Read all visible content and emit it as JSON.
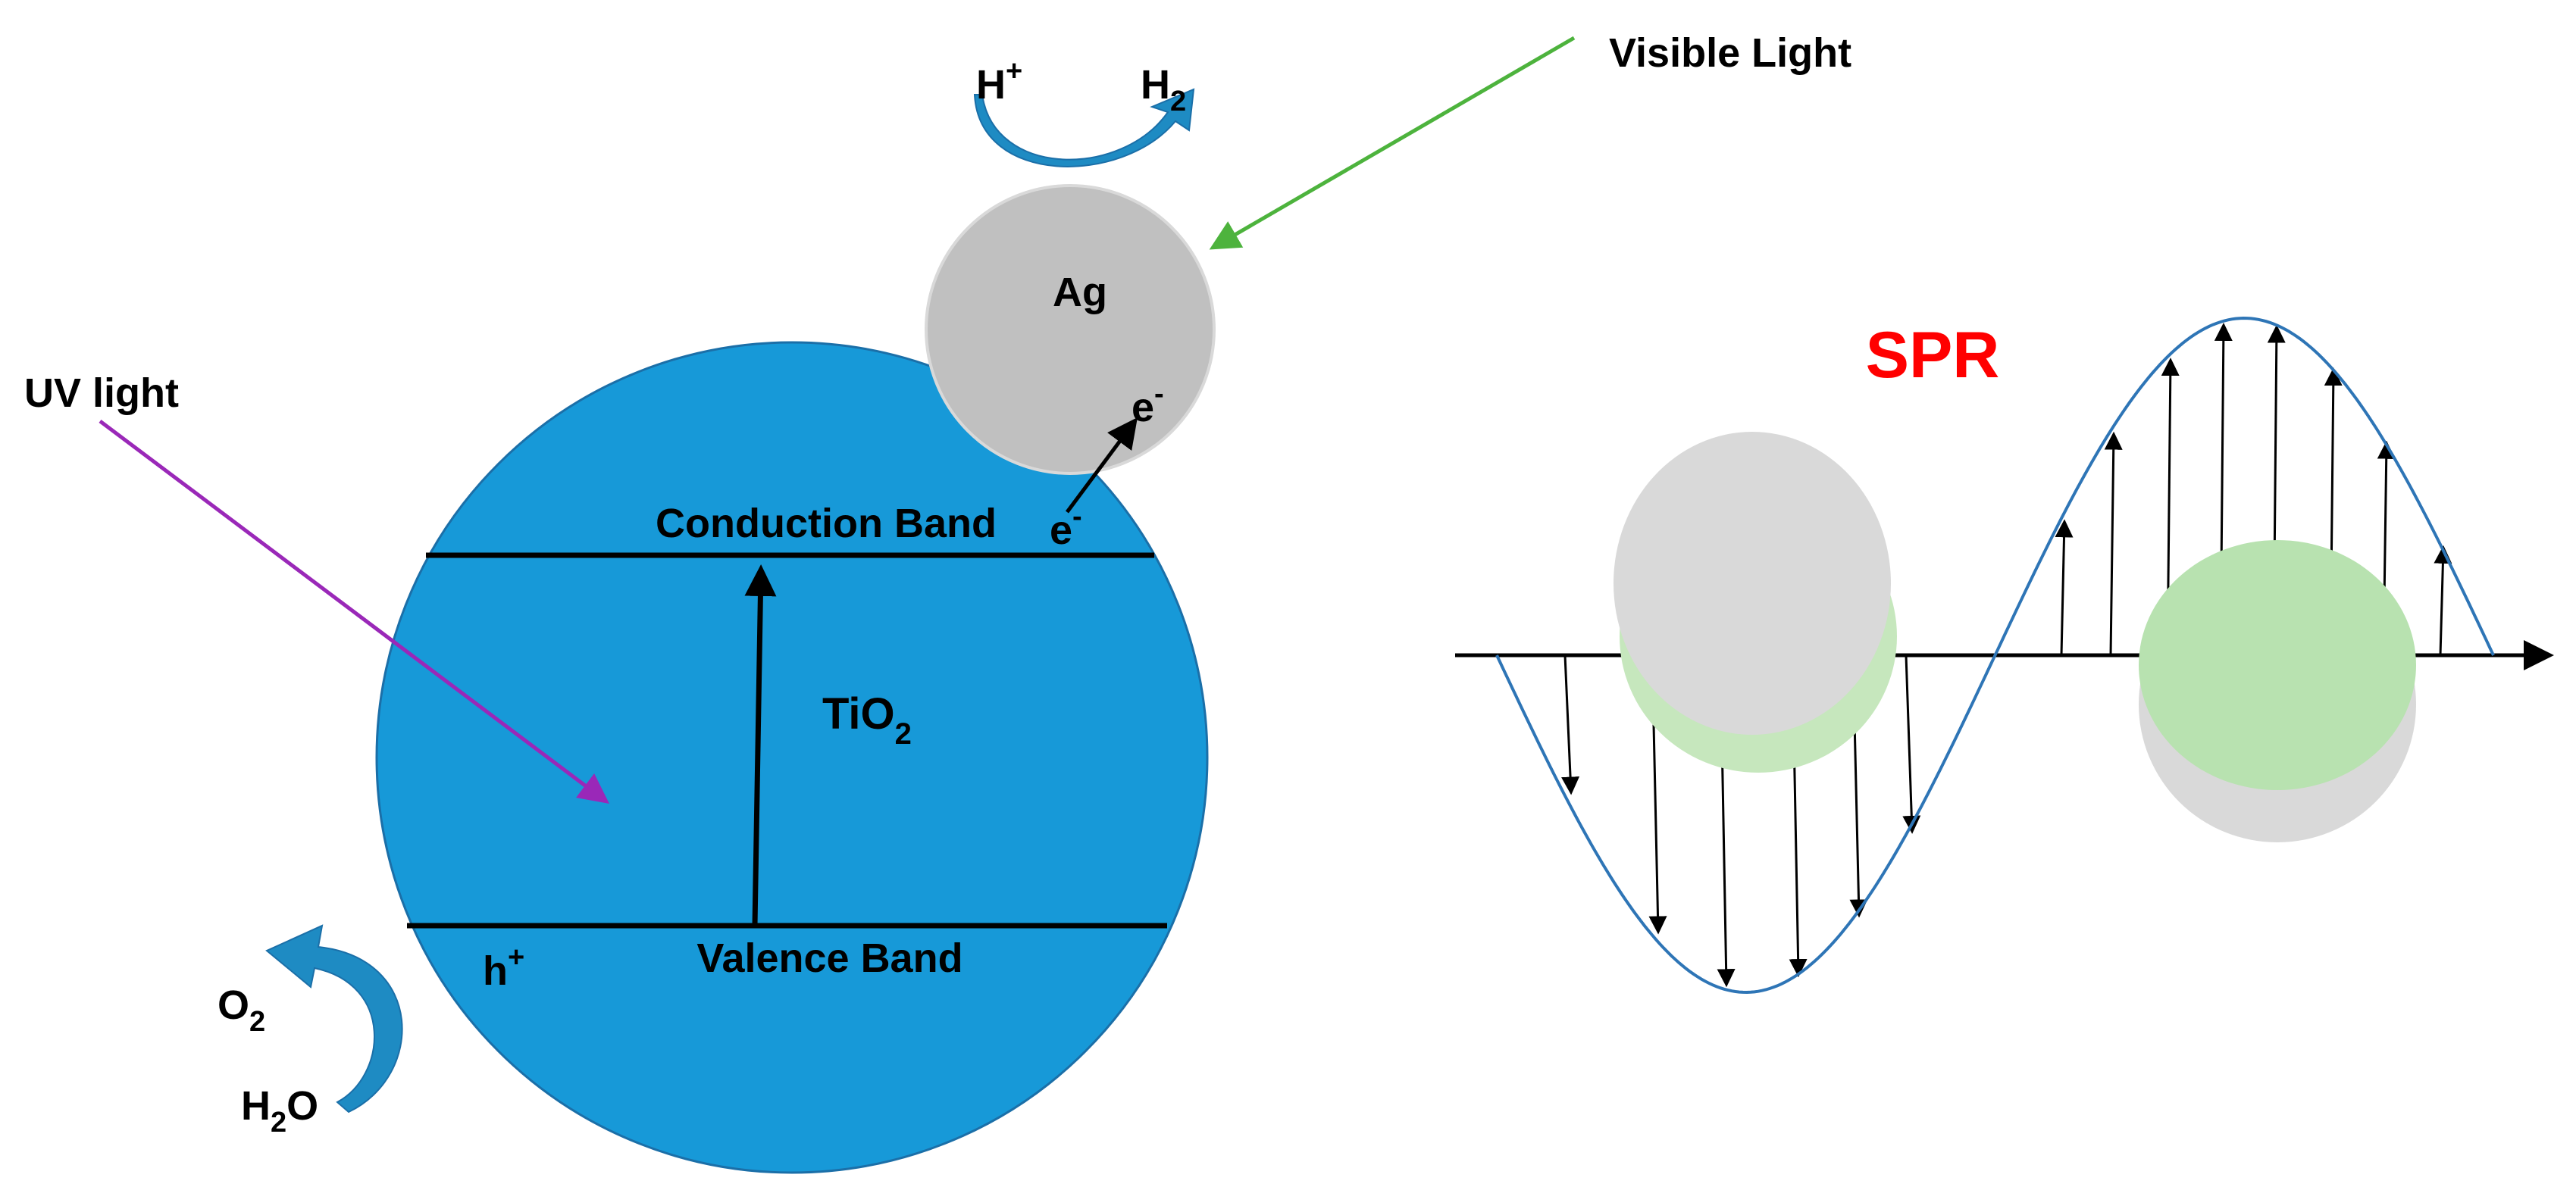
{
  "labels": {
    "uv_light": "UV light",
    "visible_light": "Visible Light",
    "spr": "SPR",
    "ag": "Ag",
    "tio2_main": "TiO",
    "tio2_sub": "2",
    "conduction_band": "Conduction Band",
    "valence_band": "Valence Band",
    "e_main": "e",
    "e_sup": "-",
    "e_cb_main": "e",
    "e_cb_sup": "-",
    "h_main": "h",
    "h_sup": "+",
    "hplus_main": "H",
    "hplus_sup": "+",
    "h2_main": "H",
    "h2_sub": "2",
    "o2_main": "O",
    "o2_sub": "2",
    "h2o_h": "H",
    "h2o_sub": "2",
    "h2o_o": "O"
  },
  "colors": {
    "tio2_fill": "#1799D8",
    "ag_fill": "#C0C0C0",
    "uv_arrow": "#9A28B8",
    "visible_arrow": "#4DB33D",
    "spr_text": "#FF0000",
    "wave": "#2E75B6",
    "green_particle": "#B8E2B0",
    "light_gray_particle": "#D9D9D9",
    "curved_arrow": "#1E8BC3"
  },
  "icons": {
    "h_reaction_arrow": "curved-arrow-icon",
    "o_reaction_arrow": "curved-arrow-icon"
  }
}
